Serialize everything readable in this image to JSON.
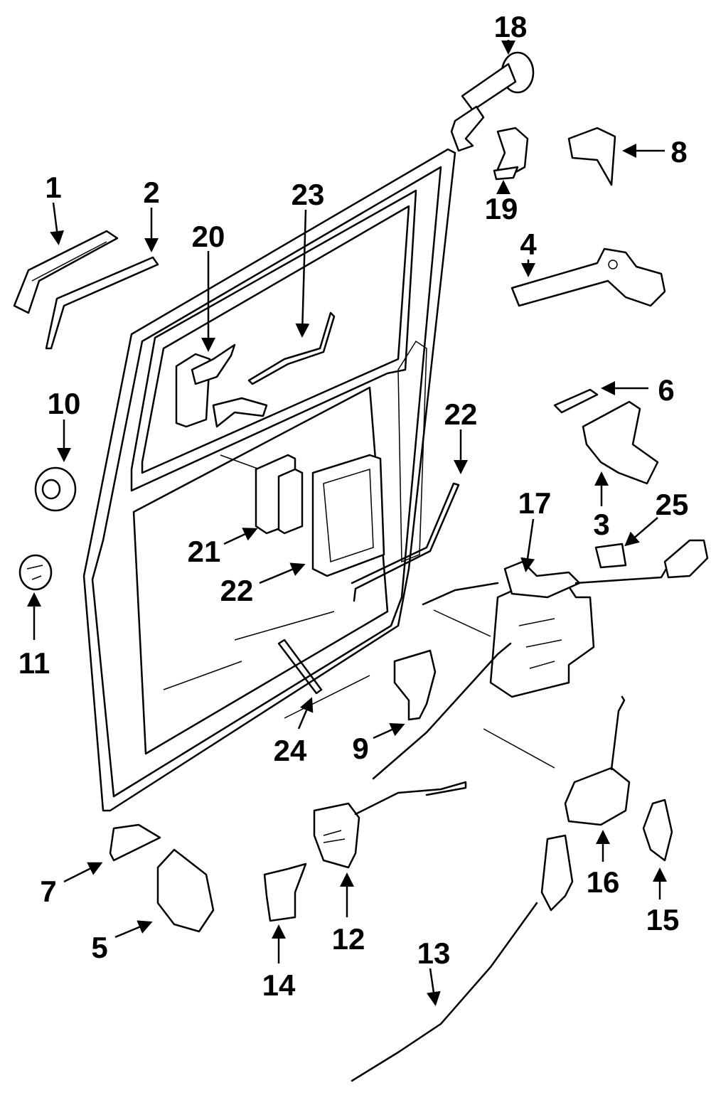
{
  "callouts": {
    "c1": "1",
    "c2": "2",
    "c3": "3",
    "c4": "4",
    "c5": "5",
    "c6": "6",
    "c7": "7",
    "c8": "8",
    "c9": "9",
    "c10": "10",
    "c11": "11",
    "c12": "12",
    "c13": "13",
    "c14": "14",
    "c15": "15",
    "c16": "16",
    "c17": "17",
    "c18": "18",
    "c19": "19",
    "c20": "20",
    "c21": "21",
    "c22a": "22",
    "c22b": "22",
    "c23": "23",
    "c24": "24",
    "c25": "25"
  }
}
